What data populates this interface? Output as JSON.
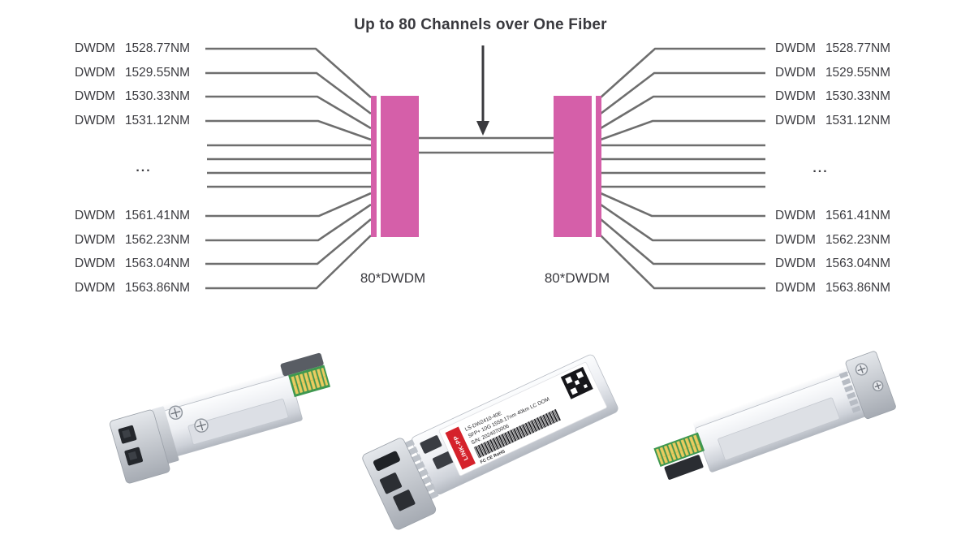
{
  "diagram": {
    "title": "Up to 80 Channels over One Fiber",
    "channel_prefix": "DWDM",
    "channels_top": [
      "1528.77NM",
      "1529.55NM",
      "1530.33NM",
      "1531.12NM"
    ],
    "channels_bottom": [
      "1561.41NM",
      "1562.23NM",
      "1563.04NM",
      "1563.86NM"
    ],
    "ellipsis": "...",
    "mux_left_label": "80*DWDM",
    "mux_right_label": "80*DWDM",
    "colors": {
      "mux_pink": "#d55fa9",
      "line_gray": "#6e6e6e",
      "text_dark": "#3b3b40"
    }
  },
  "center_module_label": {
    "brand": "LINK-PP",
    "brand_red": "#d5222b",
    "line1": "LS-DW2410-40E",
    "line2": "SFP+ 10G 1558.17nm 40km LC DOM",
    "line3": "S/N: 2024070006",
    "certs": "FC  CE  RoHS"
  }
}
